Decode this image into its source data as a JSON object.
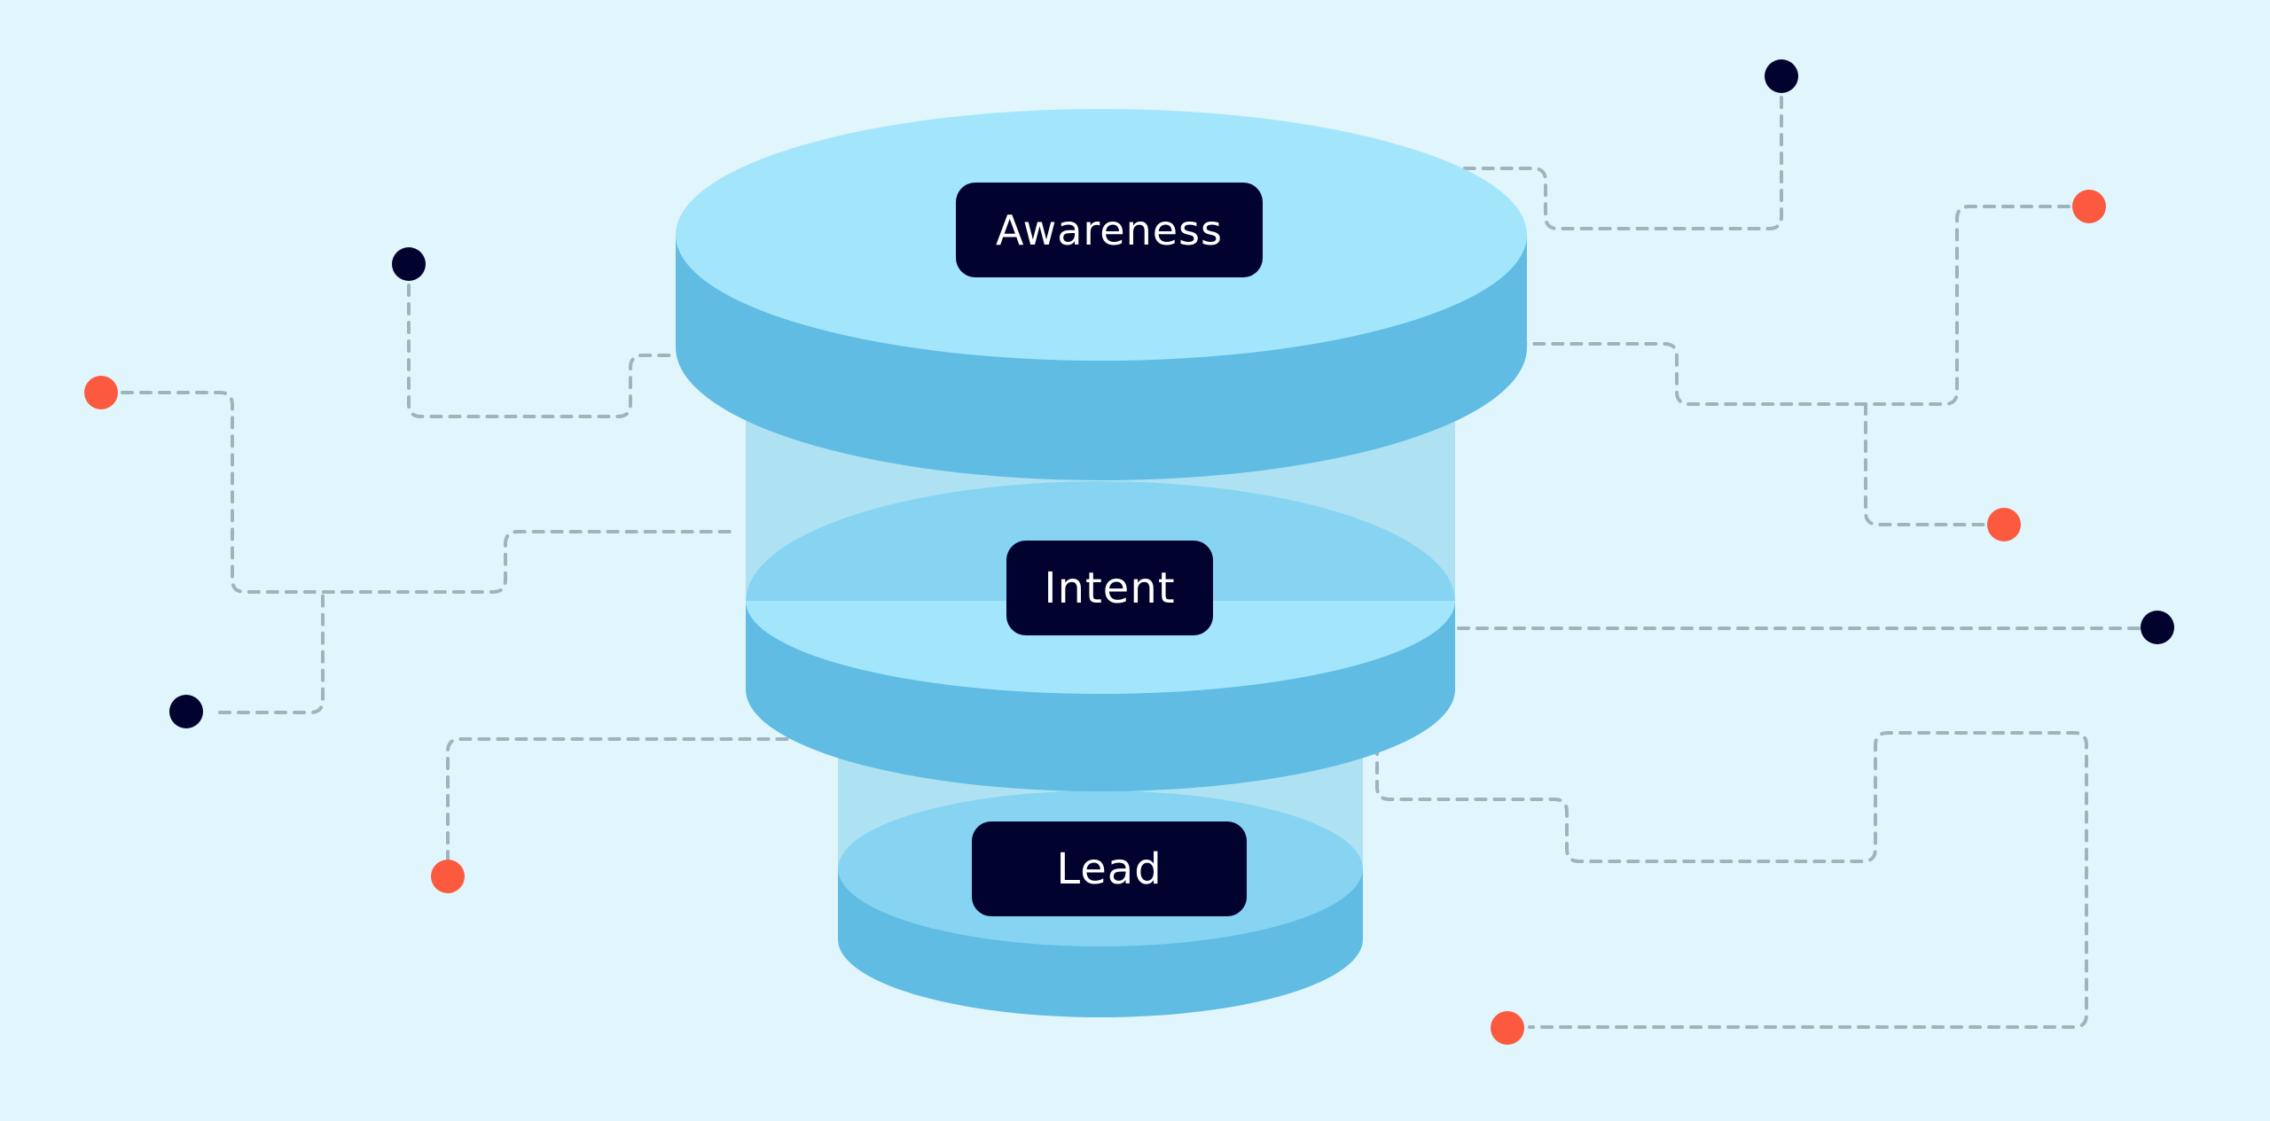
{
  "colors": {
    "background": "#e0f5fc",
    "disk_top": "#a3e6fc",
    "disk_side": "#60bce3",
    "tube": "#aee2f2",
    "inner_top": "#87d4f2",
    "label_bg": "#02022e",
    "label_text": "#ffffff",
    "wire": "#9fb3bc",
    "node_dark": "#02022e",
    "node_orange": "#fb5a3f"
  },
  "stages": [
    {
      "label": "Awareness"
    },
    {
      "label": "Intent"
    },
    {
      "label": "Lead"
    }
  ],
  "nodes": [
    {
      "name": "node-dark-top-left",
      "color": "dark"
    },
    {
      "name": "node-orange-left",
      "color": "orange"
    },
    {
      "name": "node-dark-left-lower",
      "color": "dark"
    },
    {
      "name": "node-orange-bottom-left",
      "color": "orange"
    },
    {
      "name": "node-dark-top-right",
      "color": "dark"
    },
    {
      "name": "node-orange-top-right",
      "color": "orange"
    },
    {
      "name": "node-orange-right-middle",
      "color": "orange"
    },
    {
      "name": "node-dark-right",
      "color": "dark"
    },
    {
      "name": "node-orange-bottom",
      "color": "orange"
    }
  ]
}
